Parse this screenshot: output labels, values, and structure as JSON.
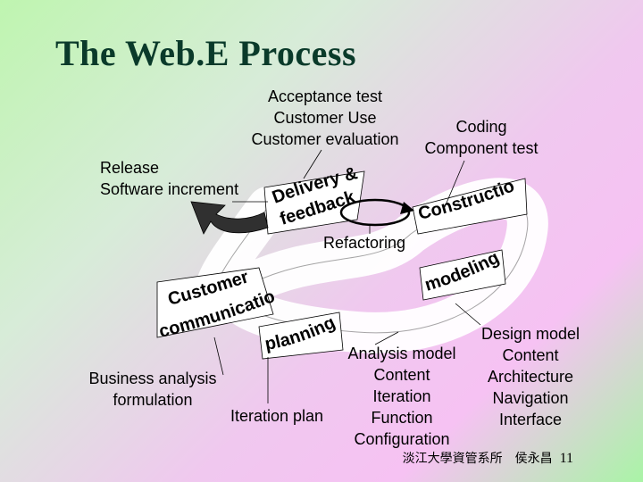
{
  "title": "The Web.E Process",
  "labels": {
    "acceptance": [
      "Acceptance test",
      "Customer Use",
      "Customer evaluation"
    ],
    "coding": [
      "Coding",
      "Component test"
    ],
    "release": [
      "Release",
      "Software increment"
    ],
    "refactoring": "Refactoring",
    "business": [
      "Business analysis",
      "formulation"
    ],
    "iteration_plan": "Iteration plan",
    "analysis": [
      "Analysis model",
      "Content",
      "Iteration",
      "Function",
      "Configuration"
    ],
    "design": [
      "Design model",
      "Content",
      "Architecture",
      "Navigation",
      "Interface"
    ]
  },
  "arc_labels": {
    "delivery_1": "Delivery &",
    "delivery_2": "feedback",
    "construction": "Construction",
    "modeling": "modeling",
    "customer_1": "Customer",
    "customer_2": "communication",
    "planning": "planning"
  },
  "footer": {
    "org": "淡江大學資管系所　侯永昌",
    "page": "11"
  },
  "colors": {
    "title": "#0a3a2a",
    "arrow_dark": "#303030",
    "arrow_light": "#ffffff"
  }
}
